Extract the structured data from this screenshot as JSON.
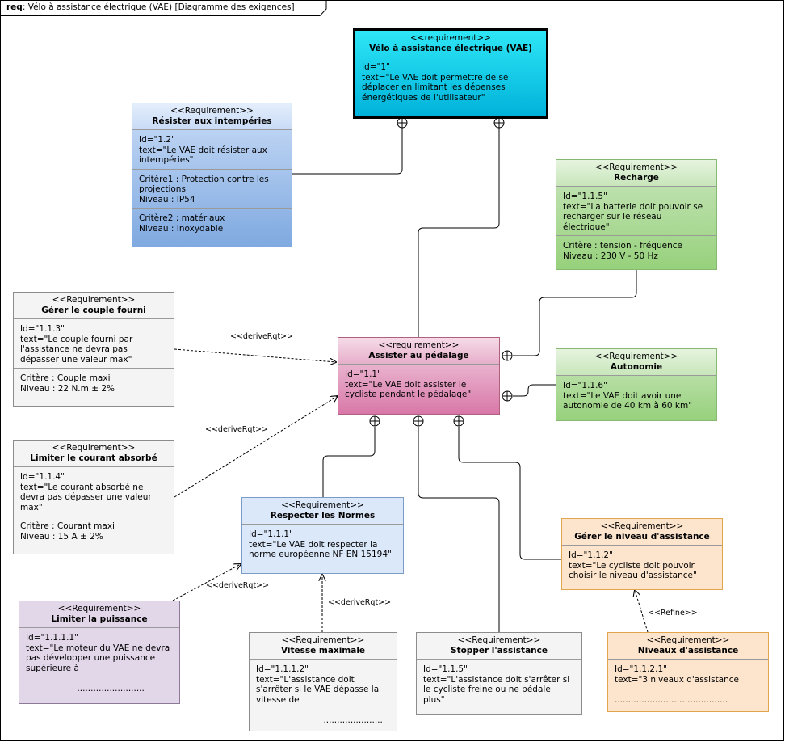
{
  "frame": {
    "kind": "req",
    "title": "Vélo à assistance électrique (VAE) [Diagramme des exigences]"
  },
  "requirements": {
    "vae": {
      "stereotype": "<<requirement>>",
      "name": "Vélo à assistance électrique (VAE)",
      "lines": [
        "Id=\"1\"",
        "text=\"Le VAE doit permettre de se",
        "déplacer en limitant les dépenses",
        "énergétiques de l'utilisateur\""
      ]
    },
    "intemperies": {
      "stereotype": "<<Requirement>>",
      "name": "Résister aux intempéries",
      "lines": [
        "Id=\"1.2\"",
        "text=\"Le VAE doit résister aux",
        "intempéries\""
      ],
      "crit1": [
        "Critère1 : Protection contre les",
        "projections",
        "Niveau : IP54"
      ],
      "crit2": [
        "Critère2 : matériaux",
        "Niveau : Inoxydable"
      ]
    },
    "recharge": {
      "stereotype": "<<Requirement>>",
      "name": "Recharge",
      "lines": [
        "Id=\"1.1.5\"",
        "text=\"La batterie doit pouvoir se",
        "recharger sur le réseau",
        "électrique\""
      ],
      "crit": [
        "Critère : tension - fréquence",
        "Niveau : 230 V - 50 Hz"
      ]
    },
    "couple": {
      "stereotype": "<<Requirement>>",
      "name": "Gérer le couple fourni",
      "lines": [
        "Id=\"1.1.3\"",
        "text=\"Le couple fourni par",
        "l'assistance ne devra pas",
        "dépasser une valeur max\""
      ],
      "crit": [
        "Critère : Couple maxi",
        "Niveau : 22 N.m ± 2%"
      ]
    },
    "assister": {
      "stereotype": "<<requirement>>",
      "name": "Assister au pédalage",
      "lines": [
        "Id=\"1.1\"",
        "text=\"Le VAE doit assister le",
        "cycliste pendant le pédalage\""
      ]
    },
    "autonomie": {
      "stereotype": "<<Requirement>>",
      "name": "Autonomie",
      "lines": [
        "Id=\"1.1.6\"",
        "text=\"Le VAE doit avoir une",
        "autonomie de 40 km à 60 km\""
      ]
    },
    "courant": {
      "stereotype": "<<Requirement>>",
      "name": "Limiter le courant absorbé",
      "lines": [
        "Id=\"1.1.4\"",
        "text=\"Le courant absorbé ne",
        "devra pas dépasser une valeur",
        "max\""
      ],
      "crit": [
        "Critère : Courant maxi",
        "Niveau : 15 A ± 2%"
      ]
    },
    "normes": {
      "stereotype": "<<Requirement>>",
      "name": "Respecter les Normes",
      "lines": [
        "Id=\"1.1.1\"",
        "text=\"Le VAE doit respecter la",
        "norme européenne NF EN 15194\""
      ]
    },
    "niveau": {
      "stereotype": "<<Requirement>>",
      "name": "Gérer le niveau d'assistance",
      "lines": [
        "Id=\"1.1.2\"",
        "text=\"Le cycliste doit pouvoir",
        "choisir le niveau d'assistance\""
      ]
    },
    "puissance": {
      "stereotype": "<<Requirement>>",
      "name": "Limiter la puissance",
      "lines": [
        "Id=\"1.1.1.1\"",
        "text=\"Le moteur du VAE ne devra",
        "pas développer une puissance",
        "supérieure à",
        "",
        "                   ........................."
      ]
    },
    "vitesse": {
      "stereotype": "<<Requirement>>",
      "name": "Vitesse maximale",
      "lines": [
        "Id=\"1.1.1.2\"",
        "text=\"L'assistance doit",
        "s'arrêter si le VAE dépasse la",
        "vitesse de",
        "",
        "                         ......................"
      ]
    },
    "stopper": {
      "stereotype": "<<Requirement>>",
      "name": "Stopper l'assistance",
      "lines": [
        "Id=\"1.1.5\"",
        "text=\"L'assistance doit s'arrêter si",
        "le cycliste freine ou ne pédale",
        "plus\""
      ]
    },
    "niveaux": {
      "stereotype": "<<Requirement>>",
      "name": "Niveaux d'assistance",
      "lines": [
        "Id=\"1.1.2.1\"",
        "text=\"3 niveaux d'assistance",
        "",
        ".........................................."
      ]
    }
  },
  "relation_labels": {
    "derive_couple": "<<deriveRqt>>",
    "derive_courant": "<<deriveRqt>>",
    "derive_puissance": "<<deriveRqt>>",
    "derive_vitesse": "<<deriveRqt>>",
    "refine_niveaux": "<<Refine>>"
  }
}
